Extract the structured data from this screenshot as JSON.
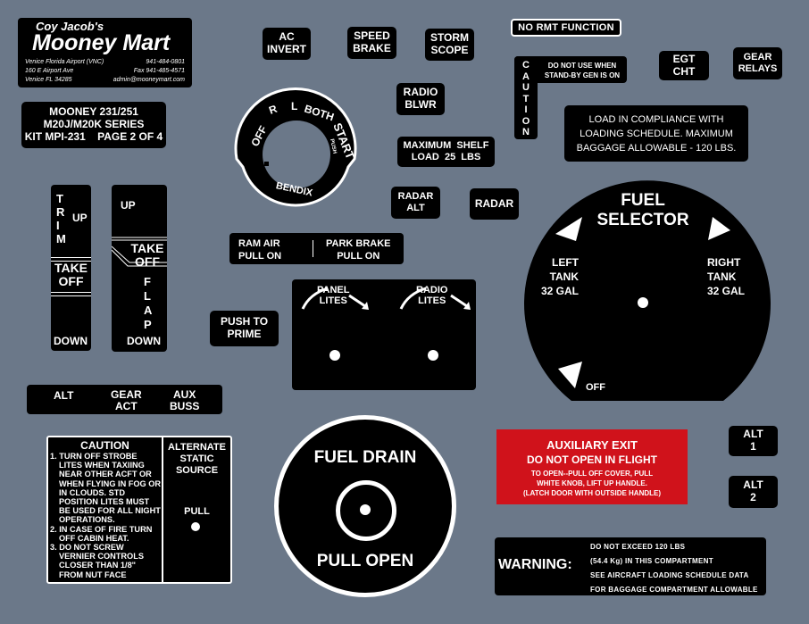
{
  "brand": {
    "owner": "Coy Jacob's",
    "name": "Mooney Mart",
    "address": [
      "Venice Florida Airport (VNC)",
      "160 E Airport Ave",
      "Venice FL 34285"
    ],
    "contact": [
      "941-484-0801",
      "Fax 941-485-4571",
      "admin@mooneymart.com"
    ]
  },
  "kit": {
    "lines": [
      "MOONEY 231/251",
      "M20J/M20K SERIES",
      "KIT MPI-231    PAGE 2 OF 4"
    ]
  },
  "placards": {
    "ac_invert": [
      "AC",
      "INVERT"
    ],
    "speed_brake": [
      "SPEED",
      "BRAKE"
    ],
    "storm_scope": [
      "STORM",
      "SCOPE"
    ],
    "radio_blwr": [
      "RADIO",
      "BLWR"
    ],
    "max_shelf": [
      "MAXIMUM  SHELF",
      "LOAD  25  LBS"
    ],
    "radar_alt": [
      "RADAR",
      "ALT"
    ],
    "radar": "RADAR",
    "no_rmt": "NO RMT FUNCTION",
    "caution_vertical": "CAUTION",
    "standby_gen": [
      "DO NOT USE WHEN",
      "STAND-BY GEN IS ON"
    ],
    "egt_cht": [
      "EGT",
      "CHT"
    ],
    "gear_relays": [
      "GEAR",
      "RELAYS"
    ],
    "load_compliance": [
      "LOAD IN COMPLIANCE WITH",
      "LOADING SCHEDULE. MAXIMUM",
      "BAGGAGE ALLOWABLE - 120 LBS."
    ],
    "ram_air": [
      "RAM AIR",
      "PULL ON"
    ],
    "park_brake": [
      "PARK BRAKE",
      "PULL ON"
    ],
    "push_prime": [
      "PUSH TO",
      "PRIME"
    ],
    "panel_lites": [
      "PANEL",
      "LITES"
    ],
    "radio_lites": [
      "RADIO",
      "LITES"
    ],
    "alt": "ALT",
    "gear_act": [
      "GEAR",
      "ACT"
    ],
    "aux_buss": [
      "AUX",
      "BUSS"
    ],
    "alt1": [
      "ALT",
      "1"
    ],
    "alt2": [
      "ALT",
      "2"
    ]
  },
  "ignition": {
    "off": "OFF",
    "r": "R",
    "l": "L",
    "both": "BOTH",
    "start": "START",
    "push": "PUSH",
    "brand": "BENDIX"
  },
  "trim": {
    "vertical": "TRIM",
    "up": "UP",
    "takeoff": [
      "TAKE",
      "OFF"
    ],
    "down": "DOWN"
  },
  "flap": {
    "up": "UP",
    "takeoff": [
      "TAKE",
      "OFF"
    ],
    "vertical": "FLAP",
    "down": "DOWN"
  },
  "fuel_selector": {
    "title": [
      "FUEL",
      "SELECTOR"
    ],
    "left": [
      "LEFT",
      "TANK",
      "32 GAL"
    ],
    "right": [
      "RIGHT",
      "TANK",
      "32 GAL"
    ],
    "off": "OFF"
  },
  "fuel_drain": {
    "top": "FUEL DRAIN",
    "bottom": "PULL OPEN"
  },
  "caution_block": {
    "title": "CAUTION",
    "items": [
      "1. TURN OFF STROBE LITES WHEN TAXIING NEAR OTHER ACFT OR WHEN FLYING IN FOG OR IN CLOUDS. STD POSITION LITES MUST BE USED FOR ALL NIGHT OPERATIONS.",
      "2. IN CASE OF FIRE TURN OFF CABIN HEAT.",
      "3. DO NOT SCREW VERNIER CONTROLS CLOSER THAN 1/8\" FROM NUT FACE"
    ],
    "alt_static": [
      "ALTERNATE",
      "STATIC",
      "SOURCE"
    ],
    "pull": "PULL"
  },
  "aux_exit": {
    "title": "AUXILIARY EXIT",
    "subtitle": "DO NOT OPEN IN FLIGHT",
    "lines": [
      "TO OPEN--PULL OFF COVER, PULL",
      "WHITE KNOB, LIFT UP HANDLE.",
      "(LATCH DOOR WITH OUTSIDE HANDLE)"
    ],
    "color": "#d0121b"
  },
  "warning": {
    "label": "WARNING:",
    "lines": [
      "DO NOT EXCEED 120 LBS",
      "(54.4 Kg) IN THIS COMPARTMENT",
      "SEE AIRCRAFT LOADING SCHEDULE DATA",
      "FOR BAGGAGE COMPARTMENT ALLOWABLE"
    ]
  },
  "colors": {
    "background": "#6b7889",
    "plate": "#000000",
    "text": "#ffffff"
  }
}
